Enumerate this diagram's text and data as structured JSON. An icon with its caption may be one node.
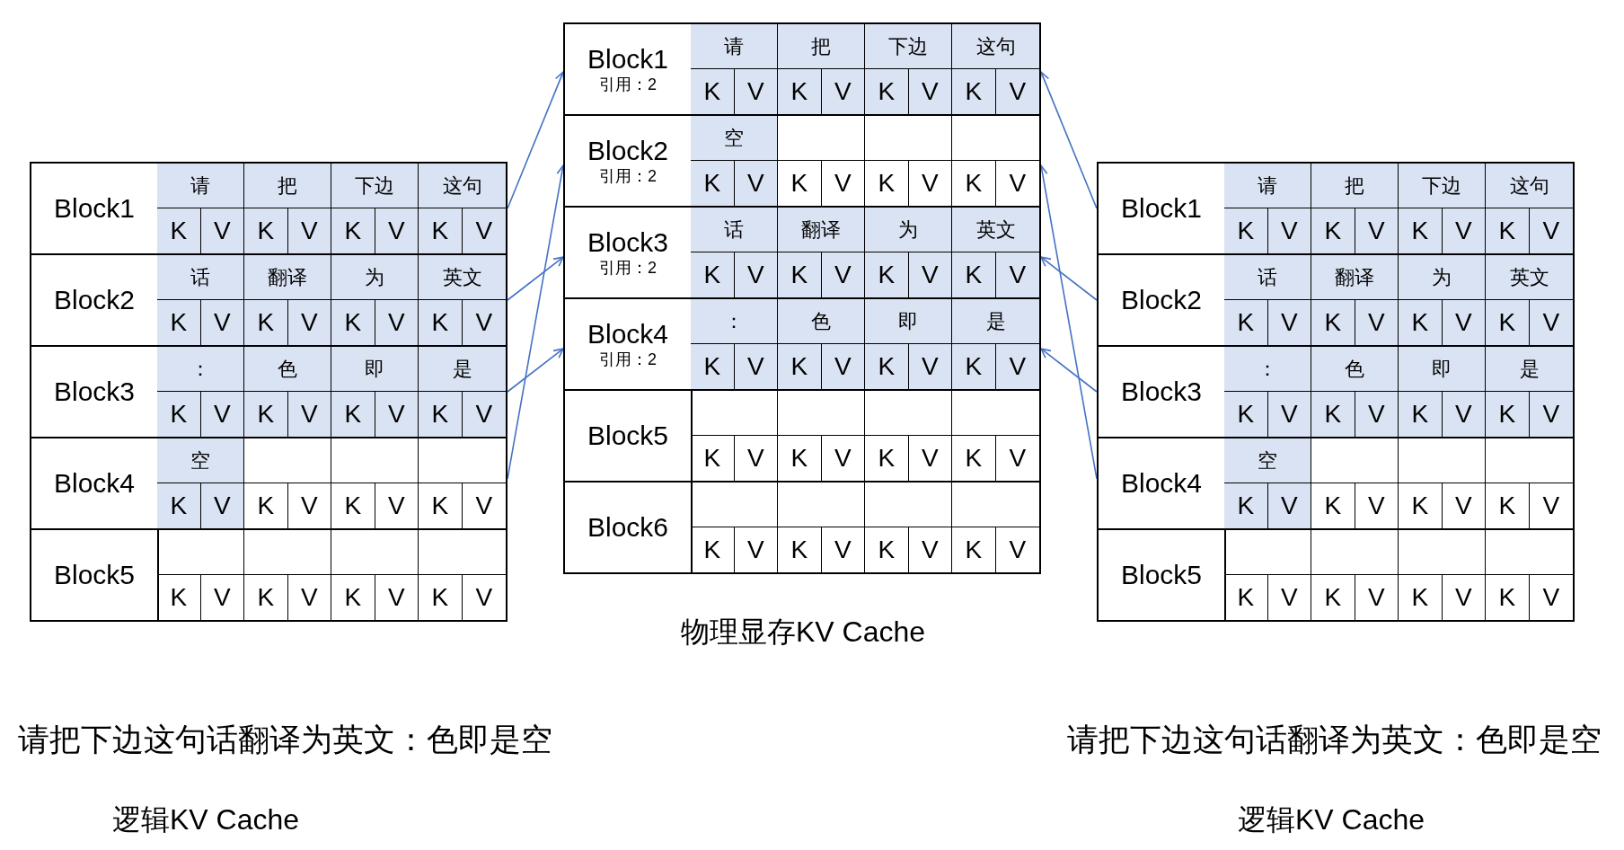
{
  "diagram": {
    "nodes": [
      {
        "text": [
          "Block1",
          "请",
          "把",
          "下边",
          "这句",
          "K",
          "V",
          "K",
          "V",
          "K",
          "V",
          "K",
          "V"
        ]
      },
      {
        "text": [
          "Block2",
          "话",
          "翻译",
          "为",
          "英文",
          "K",
          "V",
          "K",
          "V",
          "K",
          "V",
          "K",
          "V"
        ]
      },
      {
        "text": [
          "Block3",
          "：",
          "色",
          "即",
          "是",
          "K",
          "V",
          "K",
          "V",
          "K",
          "V",
          "K",
          "V"
        ]
      },
      {
        "text": [
          "Block4",
          "空",
          "K",
          "V",
          "K",
          "V",
          "K",
          "V",
          "K",
          "V"
        ]
      },
      {
        "text": [
          "Block5",
          "K",
          "V",
          "K",
          "V",
          "K",
          "V",
          "K",
          "V"
        ]
      },
      {
        "text": [
          "Block1",
          "引用：2",
          "请",
          "把",
          "下边",
          "这句",
          "K",
          "V",
          "K",
          "V",
          "K",
          "V",
          "K",
          "V"
        ]
      },
      {
        "text": [
          "Block2",
          "引用：2",
          "空",
          "K",
          "V",
          "K",
          "V",
          "K",
          "V",
          "K",
          "V"
        ]
      },
      {
        "text": [
          "Block3",
          "引用：2",
          "话",
          "翻译",
          "为",
          "英文",
          "K",
          "V",
          "K",
          "V",
          "K",
          "V",
          "K",
          "V"
        ]
      },
      {
        "text": [
          "Block4",
          "引用：2",
          "：",
          "色",
          "即",
          "是",
          "K",
          "V",
          "K",
          "V",
          "K",
          "V",
          "K",
          "V"
        ]
      },
      {
        "text": [
          "Block5",
          "K",
          "V",
          "K",
          "V",
          "K",
          "V",
          "K",
          "V"
        ]
      },
      {
        "text": [
          "Block6",
          "K",
          "V",
          "K",
          "V",
          "K",
          "V",
          "K",
          "V"
        ]
      },
      {
        "text": [
          "Block1",
          "请",
          "把",
          "下边",
          "这句",
          "K",
          "V",
          "K",
          "V",
          "K",
          "V",
          "K",
          "V"
        ]
      },
      {
        "text": [
          "Block2",
          "话",
          "翻译",
          "为",
          "英文",
          "K",
          "V",
          "K",
          "V",
          "K",
          "V",
          "K",
          "V"
        ]
      },
      {
        "text": [
          "Block3",
          "：",
          "色",
          "即",
          "是",
          "K",
          "V",
          "K",
          "V",
          "K",
          "V",
          "K",
          "V"
        ]
      },
      {
        "text": [
          "Block4",
          "空",
          "K",
          "V",
          "K",
          "V",
          "K",
          "V",
          "K",
          "V"
        ]
      },
      {
        "text": [
          "Block5",
          "K",
          "V",
          "K",
          "V",
          "K",
          "V",
          "K",
          "V"
        ]
      }
    ],
    "edges": [
      {
        "from": 0,
        "to": 5,
        "arrow": "to"
      },
      {
        "from": 1,
        "to": 7,
        "arrow": "to"
      },
      {
        "from": 2,
        "to": 8,
        "arrow": "to"
      },
      {
        "from": 3,
        "to": 6,
        "arrow": "to"
      },
      {
        "from": 11,
        "to": 5,
        "arrow": "to"
      },
      {
        "from": 12,
        "to": 7,
        "arrow": "to"
      },
      {
        "from": 13,
        "to": 8,
        "arrow": "to"
      },
      {
        "from": 14,
        "to": 6,
        "arrow": "to"
      }
    ],
    "labels": [
      "物理显存KV Cache",
      "请把下边这句话翻译为英文：色即是空",
      "请把下边这句话翻译为英文：色即是空",
      "逻辑KV Cache",
      "逻辑KV Cache"
    ]
  }
}
